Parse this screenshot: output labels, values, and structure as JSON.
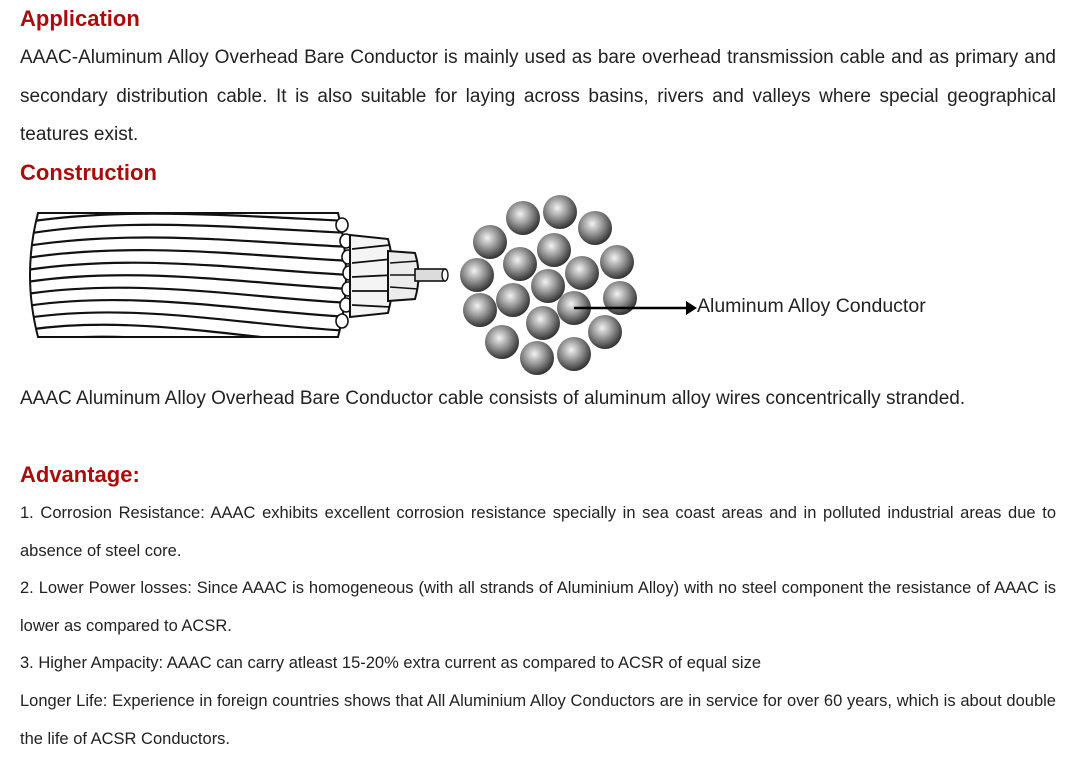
{
  "application": {
    "heading": "Application",
    "text": "AAAC-Aluminum Alloy Overhead Bare Conductor is mainly used as bare overhead transmission cable and as primary and secondary distribution cable. It is also suitable for laying across basins, rivers and valleys where special geographical teatures exist."
  },
  "construction": {
    "heading": "Construction",
    "conductor_label": "Aluminum Alloy Conductor",
    "text": "AAAC Aluminum Alloy Overhead Bare Conductor cable consists of aluminum alloy wires concentrically stranded."
  },
  "advantage": {
    "heading": "Advantage:",
    "items": [
      "1. Corrosion Resistance: AAAC exhibits excellent corrosion resistance specially in sea coast areas and in polluted industrial areas due to absence of steel core.",
      "2. Lower Power losses: Since AAAC is homogeneous (with all strands of Aluminium Alloy) with no steel component the resistance of AAAC is lower as compared to ACSR.",
      "3. Higher Ampacity: AAAC can carry atleast 15-20% extra current as compared to ACSR of equal size",
      "Longer Life: Experience in foreign countries shows that All Aluminium Alloy Conductors are in service for over 60 years, which is about double the life of ACSR Conductors."
    ]
  },
  "colors": {
    "heading": "#a80d0d",
    "text": "#222222"
  }
}
